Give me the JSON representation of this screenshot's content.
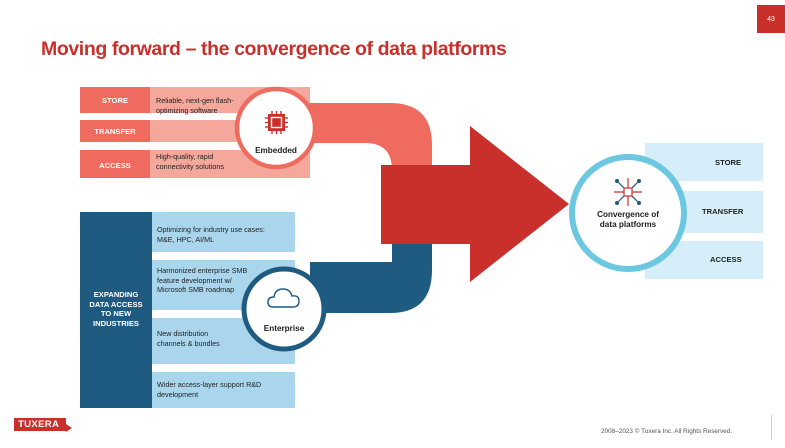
{
  "slide": {
    "page_number": "43",
    "title": "Moving forward – the convergence of data platforms",
    "copyright": "2008–2023 © Tuxera Inc. All Rights Reserved.",
    "logo_text": "TUXERA"
  },
  "colors": {
    "accent_red": "#c9302c",
    "salmon": "#ef6a5f",
    "light_salmon": "#f6a79c",
    "navy": "#1f5b80",
    "light_blue": "#a9d6ed",
    "pale_blue": "#d5eef9",
    "circle_ring": "#6cc7e0"
  },
  "embedded": {
    "label": "Embedded",
    "icon": "chip-icon",
    "rows": [
      {
        "label": "STORE",
        "text": "Reliable, next-gen flash-optimizing software"
      },
      {
        "label": "TRANSFER",
        "text": ""
      },
      {
        "label": "ACCESS",
        "text": "High-quality, rapid connectivity solutions"
      }
    ]
  },
  "enterprise": {
    "label": "Enterprise",
    "icon": "cloud-icon",
    "side_label": "EXPANDING DATA ACCESS TO NEW INDUSTRIES",
    "rows": [
      "Optimizing for industry use cases: M&E, HPC, AI/ML",
      "Harmonized enterprise SMB feature development w/ Microsoft SMB roadmap",
      "New distribution channels & bundles",
      "Wider access-layer support R&D development"
    ]
  },
  "convergence": {
    "label": "Convergence of data platforms",
    "icon": "network-icon",
    "rows": [
      "STORE",
      "TRANSFER",
      "ACCESS"
    ]
  }
}
